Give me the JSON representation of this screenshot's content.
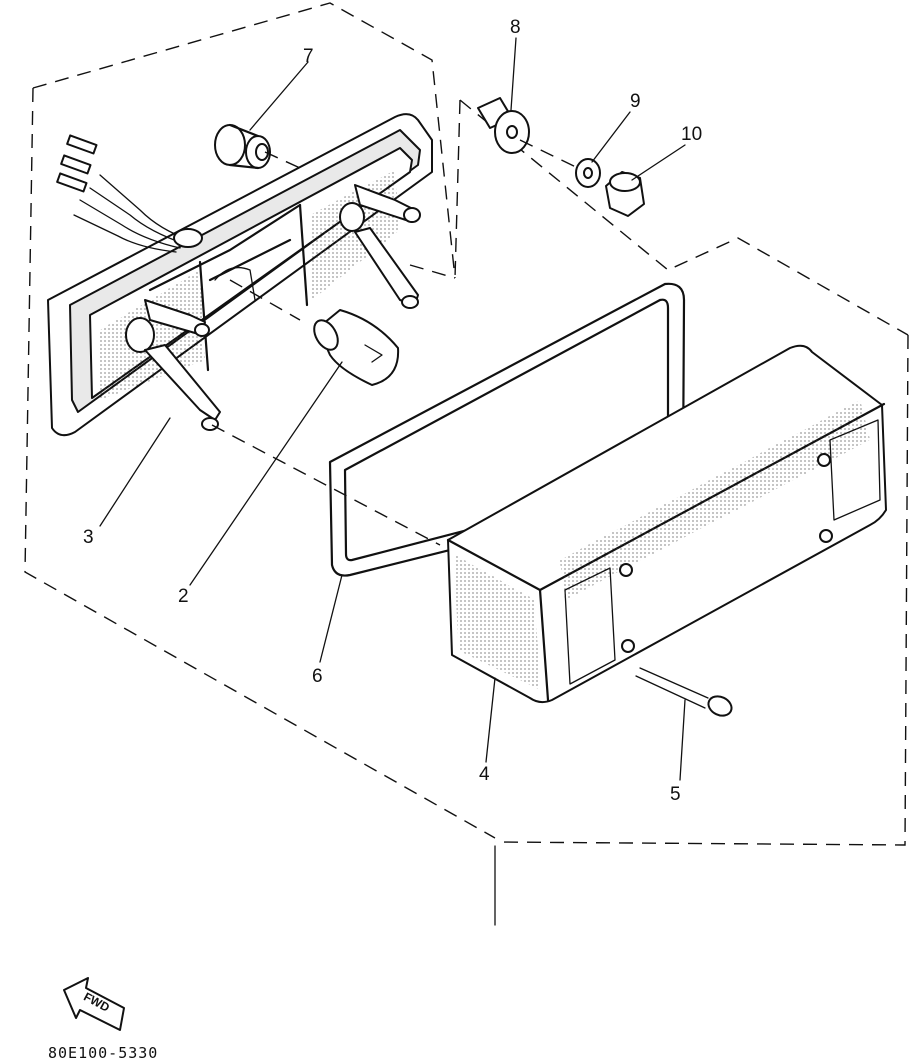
{
  "diagram": {
    "callouts": [
      {
        "id": "7",
        "label": "7"
      },
      {
        "id": "8",
        "label": "8"
      },
      {
        "id": "9",
        "label": "9"
      },
      {
        "id": "10",
        "label": "10"
      },
      {
        "id": "3",
        "label": "3"
      },
      {
        "id": "2",
        "label": "2"
      },
      {
        "id": "6",
        "label": "6"
      },
      {
        "id": "4",
        "label": "4"
      },
      {
        "id": "5",
        "label": "5"
      }
    ],
    "direction_arrow": {
      "label": "FWD"
    },
    "drawing_code": "80E100-5330"
  }
}
